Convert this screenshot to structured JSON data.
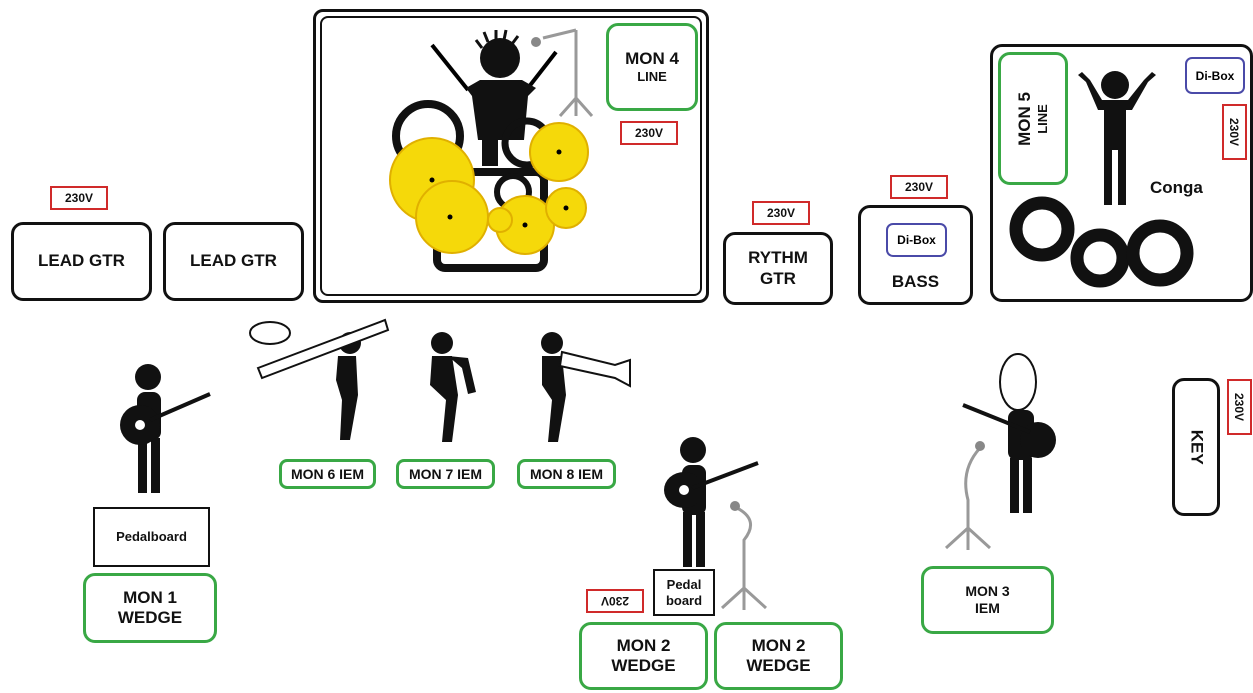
{
  "drum_riser": {
    "mon_label": "MON 4",
    "mon_sub": "LINE",
    "power": "230V"
  },
  "lead_gtr_1": {
    "label": "LEAD GTR",
    "power": "230V"
  },
  "lead_gtr_2": {
    "label": "LEAD GTR"
  },
  "rythm_gtr": {
    "label_line1": "RYTHM",
    "label_line2": "GTR",
    "power": "230V"
  },
  "bass": {
    "label": "BASS",
    "dibox": "Di-Box",
    "power": "230V"
  },
  "conga": {
    "label": "Conga",
    "mon_label": "MON 5",
    "mon_sub": "LINE",
    "dibox": "Di-Box",
    "power": "230V"
  },
  "key": {
    "label": "KEY",
    "power": "230V"
  },
  "horns": {
    "mon6": "MON 6 IEM",
    "mon7": "MON 7 IEM",
    "mon8": "MON 8 IEM"
  },
  "lead_singer": {
    "pedalboard": "Pedalboard",
    "mon_line1": "MON 1",
    "mon_line2": "WEDGE"
  },
  "center_singer": {
    "pedalboard_line1": "Pedal",
    "pedalboard_line2": "board",
    "power": "230V",
    "mon2a_line1": "MON 2",
    "mon2a_line2": "WEDGE",
    "mon2b_line1": "MON 2",
    "mon2b_line2": "WEDGE"
  },
  "right_singer": {
    "mon_line1": "MON 3",
    "mon_line2": "IEM"
  },
  "colors": {
    "monitor_border": "#39a845",
    "power_border": "#d02a2a",
    "dibox_border": "#4a4aa8",
    "cymbal": "#f5d90a"
  }
}
